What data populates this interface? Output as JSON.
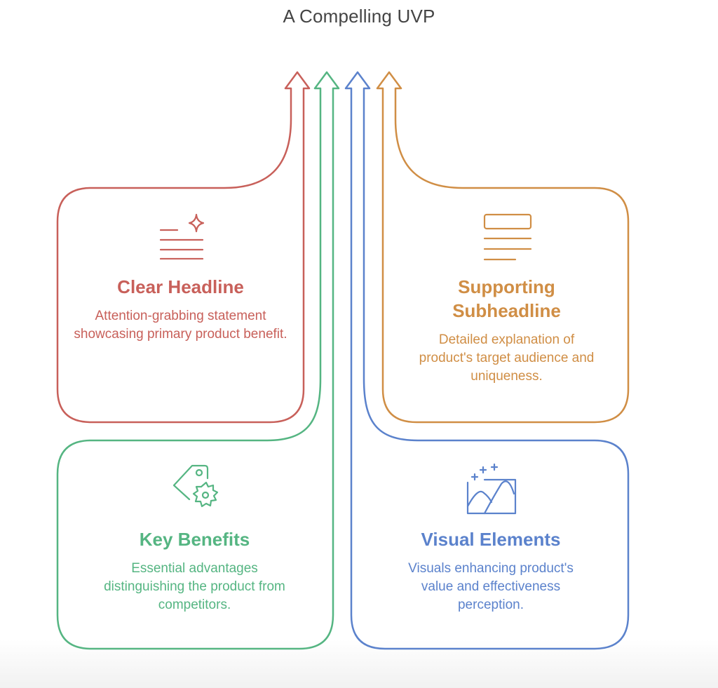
{
  "title": "A Compelling UVP",
  "colors": {
    "red": "#c8605a",
    "green": "#55b582",
    "blue": "#5b82cc",
    "orange": "#d08e45"
  },
  "cards": [
    {
      "id": "clear-headline",
      "heading": "Clear Headline",
      "description": "Attention-grabbing statement showcasing primary product benefit.",
      "icon": "headline-sparkle-icon",
      "color": "red"
    },
    {
      "id": "supporting-subheadline",
      "heading": "Supporting Subheadline",
      "heading_lines": [
        "Supporting",
        "Subheadline"
      ],
      "description": "Detailed explanation of product's target audience and uniqueness.",
      "icon": "text-block-icon",
      "color": "orange"
    },
    {
      "id": "key-benefits",
      "heading": "Key Benefits",
      "description": "Essential advantages distinguishing the product from competitors.",
      "icon": "tag-gear-icon",
      "color": "green"
    },
    {
      "id": "visual-elements",
      "heading": "Visual Elements",
      "description": "Visuals enhancing product's value and effectiveness perception.",
      "icon": "image-sparkle-icon",
      "color": "blue"
    }
  ]
}
